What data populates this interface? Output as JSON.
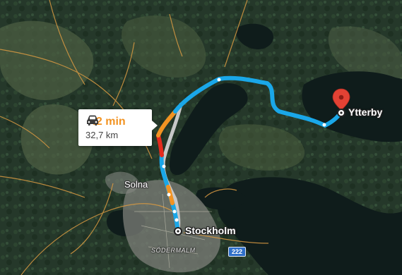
{
  "map": {
    "colors": {
      "land_dark": "#1f2f22",
      "forest": "#2c4630",
      "field": "#586a4c",
      "water": "#0f1c1b",
      "urban": "#7d7f7a",
      "road": "#d99a42",
      "route_primary": "#1aa7e8",
      "alt_route": "#c7c7c7",
      "traffic_slow": "#f29322",
      "traffic_jam": "#e52a1d",
      "pin": "#e34234"
    },
    "places": {
      "origin": "Stockholm",
      "destination": "Ytterby",
      "solna": "Solna",
      "district": "SÖDERMALM"
    },
    "road_shield": "222",
    "route_info": {
      "duration": "42 min",
      "distance": "32,7 km",
      "duration_color": "#f29322",
      "icon": "car-icon"
    }
  }
}
